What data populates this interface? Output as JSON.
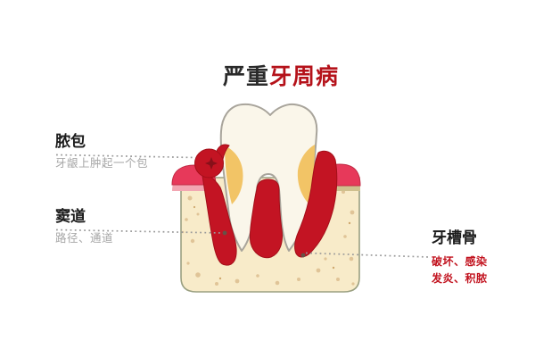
{
  "title": {
    "prefix": "严重",
    "highlight": "牙周病"
  },
  "callouts": {
    "abscess": {
      "title": "脓包",
      "desc": "牙龈上肿起一个包"
    },
    "sinus_tract": {
      "title": "窦道",
      "desc": "路径、通道"
    },
    "alveolar_bone": {
      "title": "牙槽骨",
      "desc_line1": "破坏、感染",
      "desc_line2": "发炎、积脓"
    }
  },
  "illustration_parts": [
    "tooth",
    "alveolar-bone",
    "gum-left",
    "gum-right",
    "tartar-deposit-left",
    "tartar-deposit-right",
    "abscess-ball",
    "infection-channel-left",
    "infection-center",
    "infection-channel-right"
  ],
  "colors": {
    "title_black": "#2a2a2a",
    "title_red": "#b5121a",
    "label_color": "#1b1b1b",
    "subtitle_gray": "#a6a6a6",
    "warning_red": "#c2131f",
    "infection_red": "#c31423",
    "infection_edge": "#a30f19",
    "gum_pink": "#e7395a",
    "gum_edge": "#c12a44",
    "gum_strip_pink": "#f2a6b2",
    "gum_strip_tan": "#cfc08e",
    "tartar_yellow": "#f2c466",
    "bone_fill": "#f8ebc9",
    "bone_outline": "#9aa081",
    "tooth_fill": "#faf6ea",
    "tooth_outline": "#a8a49b",
    "leader_gray": "#9b9b9b",
    "speckle_tan": "#e0c497",
    "speckle_dark": "#cfa96f",
    "mark_dark": "#665247",
    "bg": "#ffffff"
  }
}
